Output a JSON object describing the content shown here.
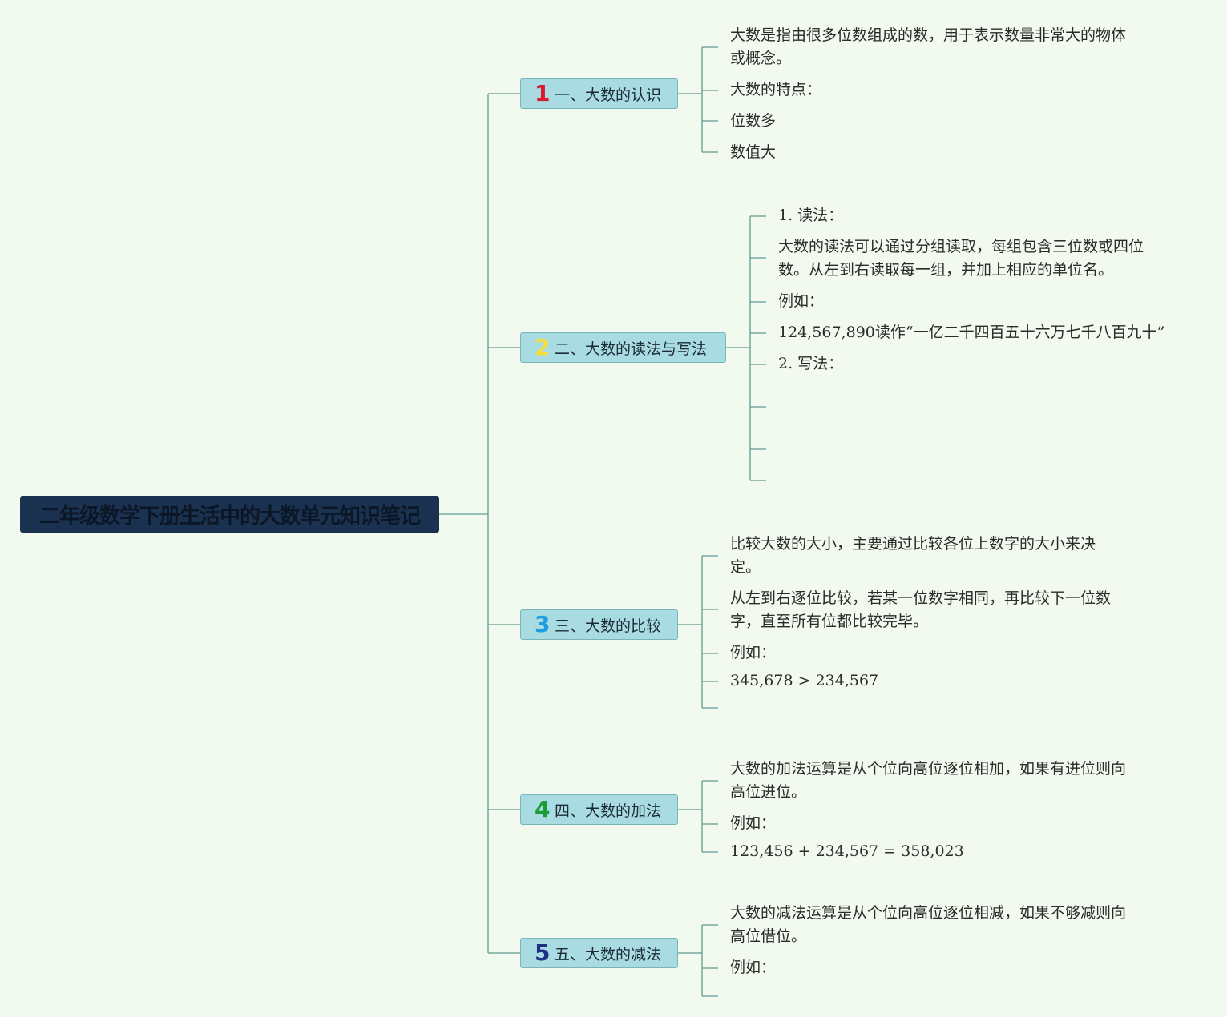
{
  "root": {
    "title": "二年级数学下册生活中的大数单元知识笔记"
  },
  "topics": [
    {
      "num": "1",
      "num_color": "#d8192e",
      "label": "一、大数的认识",
      "notes": [
        "大数是指由很多位数组成的数，用于表示数量非常大的物体或概念。",
        "大数的特点：",
        "位数多",
        "数值大"
      ]
    },
    {
      "num": "2",
      "num_color": "#f3dc3c",
      "label": "二、大数的读法与写法",
      "notes": [
        "1. 读法：",
        "大数的读法可以通过分组读取，每组包含三位数或四位数。从左到右读取每一组，并加上相应的单位名。",
        "例如：",
        "124,567,890读作“一亿二千四百五十六万七千八百九十”",
        "2. 写法："
      ]
    },
    {
      "num": "3",
      "num_color": "#1f9be0",
      "label": "三、大数的比较",
      "notes": [
        "比较大数的大小，主要通过比较各位上数字的大小来决定。",
        "从左到右逐位比较，若某一位数字相同，再比较下一位数字，直至所有位都比较完毕。",
        "例如：",
        "345,678 > 234,567"
      ]
    },
    {
      "num": "4",
      "num_color": "#1c9a36",
      "label": "四、大数的加法",
      "notes": [
        "大数的加法运算是从个位向高位逐位相加，如果有进位则向高位进位。",
        "例如：",
        "123,456 + 234,567 = 358,023"
      ]
    },
    {
      "num": "5",
      "num_color": "#1d2f86",
      "label": "五、大数的减法",
      "notes": [
        "大数的减法运算是从个位向高位逐位相减，如果不够减则向高位借位。",
        "例如："
      ]
    }
  ],
  "colors": {
    "line": "#5f9a90",
    "background": "#f2f9ef",
    "root_fill": "#1b3150",
    "topic_fill": "#a9dce2"
  }
}
